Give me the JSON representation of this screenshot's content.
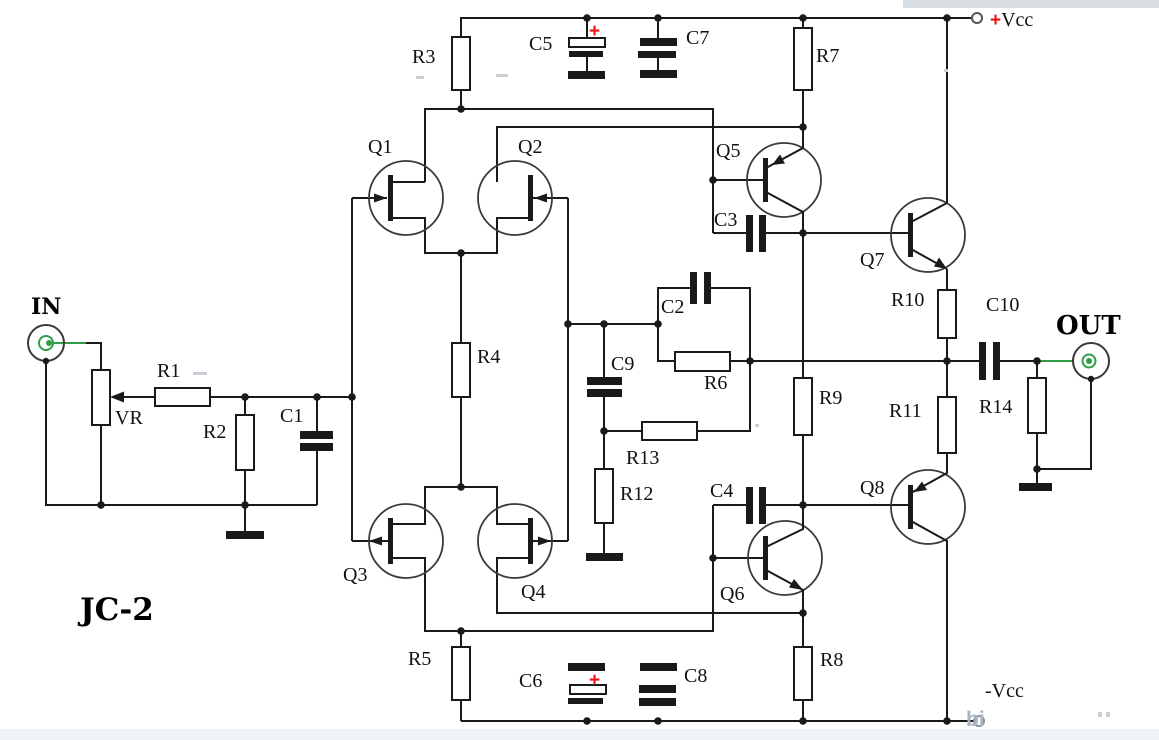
{
  "diagram": {
    "model_label": "JC-2",
    "terminals": {
      "input": "IN",
      "output": "OUT",
      "vcc_positive": {
        "sign": "+",
        "name": "Vcc"
      },
      "vcc_negative": "-Vcc"
    },
    "transistors": {
      "q1": "Q1",
      "q2": "Q2",
      "q3": "Q3",
      "q4": "Q4",
      "q5": "Q5",
      "q6": "Q6",
      "q7": "Q7",
      "q8": "Q8"
    },
    "resistors": {
      "vr": "VR",
      "r1": "R1",
      "r2": "R2",
      "r3": "R3",
      "r4": "R4",
      "r5": "R5",
      "r6": "R6",
      "r7": "R7",
      "r8": "R8",
      "r9": "R9",
      "r10": "R10",
      "r11": "R11",
      "r12": "R12",
      "r13": "R13",
      "r14": "R14"
    },
    "capacitors": {
      "c1": "C1",
      "c2": "C2",
      "c3": "C3",
      "c4": "C4",
      "c5": "C5",
      "c6": "C6",
      "c7": "C7",
      "c8": "C8",
      "c9": "C9",
      "c10": "C10"
    },
    "polarity_marks": {
      "c5": "+",
      "c6": "+"
    },
    "watermark": "bi",
    "colors": {
      "wire": "#1a1a1a",
      "signal_green": "#2f9e44",
      "polarity_red": "#ee1111",
      "watermark_grey": "#a9b4bf"
    }
  }
}
